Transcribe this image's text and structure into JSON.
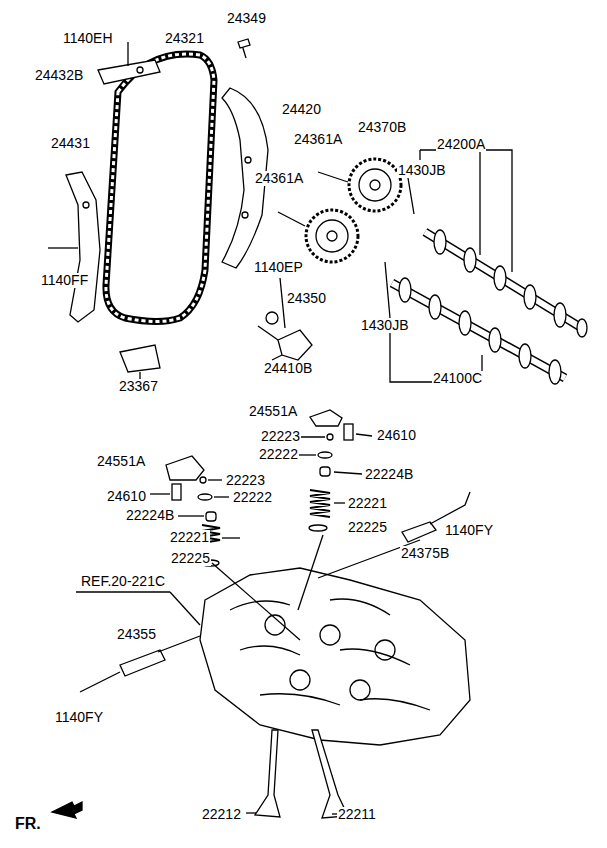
{
  "diagram": {
    "labels": [
      "1140EH",
      "24321",
      "24349",
      "24432B",
      "24420",
      "24431",
      "24361A",
      "24370B",
      "24200A",
      "1430JB",
      "24361A",
      "1140FF",
      "1140EP",
      "24350",
      "1430JB",
      "23367",
      "24410B",
      "24100C",
      "24551A",
      "22223",
      "24610",
      "22222",
      "24551A",
      "22223",
      "22224B",
      "24610",
      "22222",
      "22221",
      "22224B",
      "22225",
      "1140FY",
      "22221",
      "24375B",
      "22225",
      "REF.20-221C",
      "24355",
      "1140FY",
      "22212",
      "22211",
      "FR."
    ]
  }
}
